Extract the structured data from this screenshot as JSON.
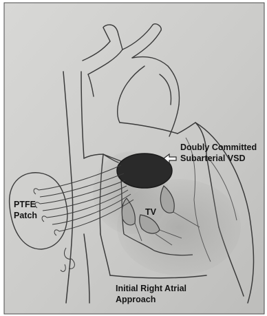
{
  "labels": {
    "vsd_line1": "Doubly Committed",
    "vsd_line2": "Subarterial VSD",
    "ptfe_line1": "PTFE",
    "ptfe_line2": "Patch",
    "tv": "TV",
    "approach_line1": "Initial Right Atrial",
    "approach_line2": "Approach"
  },
  "colors": {
    "paper": "#cfcfcd",
    "pencil": "#3a3a3a",
    "shade": "#8f8f8d",
    "vsd_fill": "#2a2a2a",
    "label_text": "#141414"
  }
}
